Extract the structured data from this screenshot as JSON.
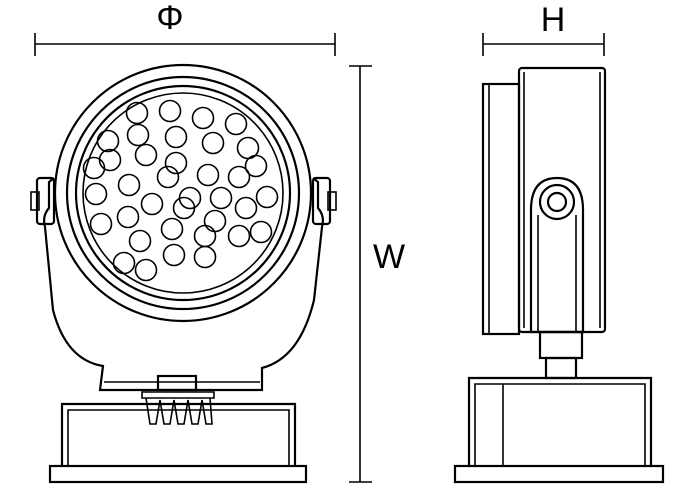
{
  "dimensions": {
    "diameter_label": "Φ",
    "height_label": "H",
    "width_label": "W"
  },
  "front_view": {
    "led_count": 37
  },
  "colors": {
    "line": "#000000",
    "background": "#ffffff"
  }
}
